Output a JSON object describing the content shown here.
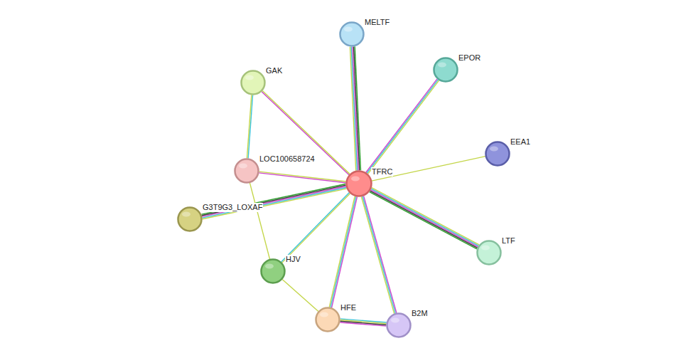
{
  "diagram": {
    "nodes": [
      {
        "text": [
          "MELTF"
        ]
      },
      {
        "text": [
          "EPOR"
        ]
      },
      {
        "text": [
          "GAK"
        ]
      },
      {
        "text": [
          "EEA1"
        ]
      },
      {
        "text": [
          "LOC100658724"
        ]
      },
      {
        "text": [
          "TFRC"
        ]
      },
      {
        "text": [
          "G3T9G3_LOXAF"
        ]
      },
      {
        "text": [
          "LTF"
        ]
      },
      {
        "text": [
          "HJV"
        ]
      },
      {
        "text": [
          "HFE"
        ]
      },
      {
        "text": [
          "B2M"
        ]
      }
    ],
    "edges": [
      {
        "from": 5,
        "to": 0,
        "arrow": "none"
      },
      {
        "from": 5,
        "to": 1,
        "arrow": "none"
      },
      {
        "from": 5,
        "to": 2,
        "arrow": "none"
      },
      {
        "from": 2,
        "to": 4,
        "arrow": "none"
      },
      {
        "from": 5,
        "to": 3,
        "arrow": "none"
      },
      {
        "from": 5,
        "to": 4,
        "arrow": "none"
      },
      {
        "from": 5,
        "to": 6,
        "arrow": "none"
      },
      {
        "from": 5,
        "to": 7,
        "arrow": "none"
      },
      {
        "from": 5,
        "to": 8,
        "arrow": "none"
      },
      {
        "from": 5,
        "to": 9,
        "arrow": "none"
      },
      {
        "from": 5,
        "to": 10,
        "arrow": "none"
      },
      {
        "from": 4,
        "to": 8,
        "arrow": "none"
      },
      {
        "from": 8,
        "to": 9,
        "arrow": "none"
      },
      {
        "from": 9,
        "to": 10,
        "arrow": "none"
      }
    ]
  }
}
